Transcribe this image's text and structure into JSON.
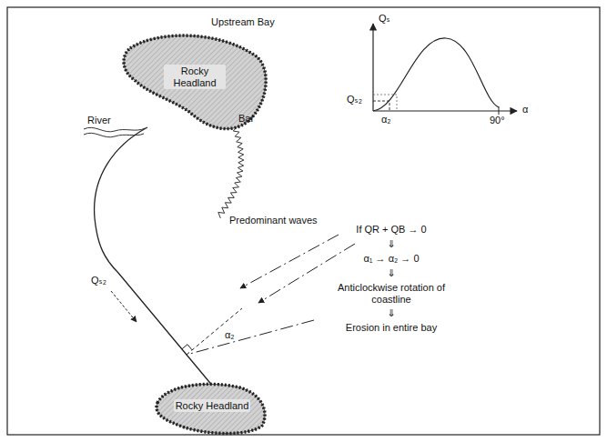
{
  "diagram": {
    "title": "Upstream Bay",
    "nodes": [
      {
        "text": [
          "Rocky Headland"
        ]
      },
      {
        "text": [
          "Rocky Headland"
        ]
      }
    ],
    "labels": [
      "River",
      "Bar",
      "Qₛ₂",
      "Predominant waves",
      "α₂",
      "Qₛ",
      "Qₛ₂",
      "α₂",
      "α",
      "90°",
      "If QR + QB → 0",
      "⇓",
      "α₁ → α₂ → 0",
      "⇓",
      "Anticlockwise rotation of coastline",
      "⇓",
      "Erosion in entire bay"
    ]
  }
}
